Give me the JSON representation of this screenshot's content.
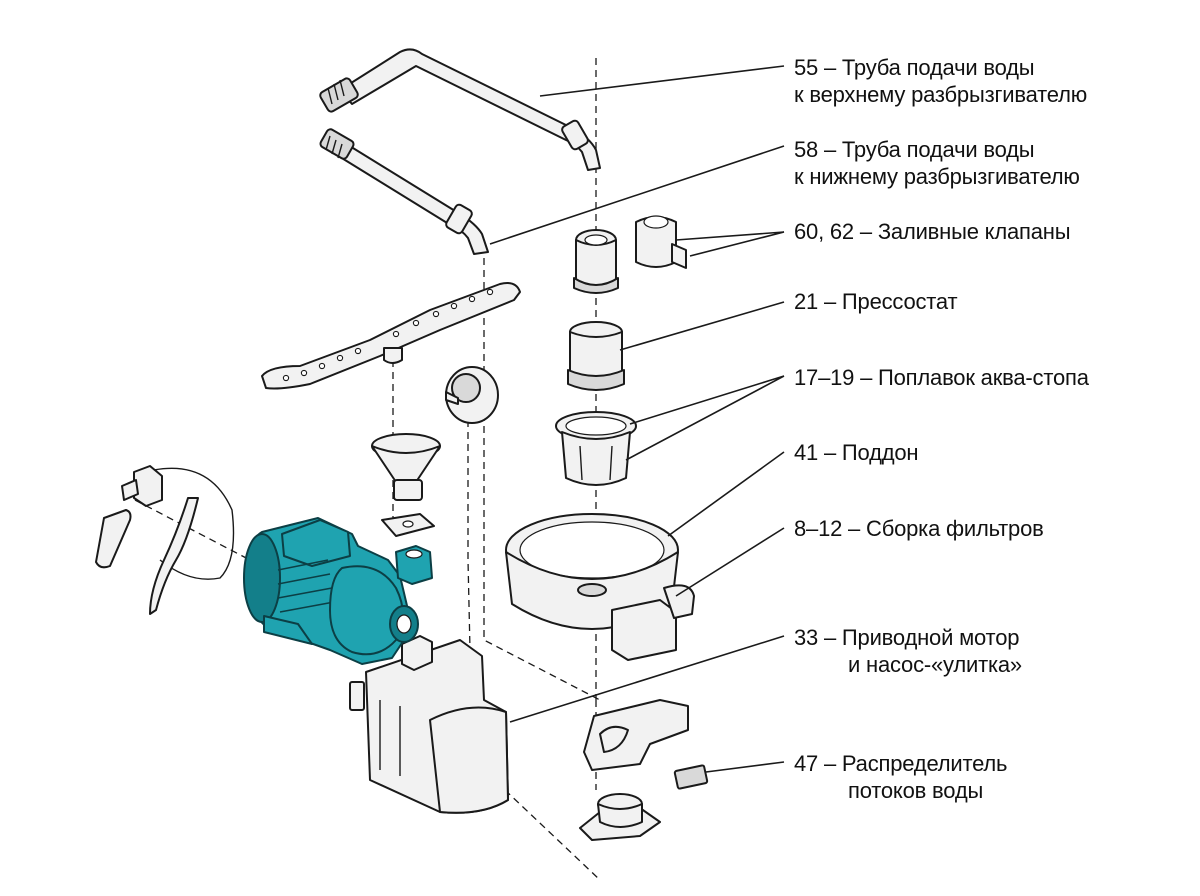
{
  "labels": [
    {
      "id": "label-55",
      "lines": [
        "55 – Труба подачи воды",
        "к верхнему разбрызгивателю"
      ]
    },
    {
      "id": "label-58",
      "lines": [
        "58 – Труба подачи воды",
        "к нижнему разбрызгивателю"
      ]
    },
    {
      "id": "label-60-62",
      "lines": [
        "60, 62 – Заливные клапаны"
      ]
    },
    {
      "id": "label-21",
      "lines": [
        "21 – Прессостат"
      ]
    },
    {
      "id": "label-17-19",
      "lines": [
        "17–19 – Поплавок аква-стопа"
      ]
    },
    {
      "id": "label-41",
      "lines": [
        "41 – Поддон"
      ]
    },
    {
      "id": "label-8-12",
      "lines": [
        "8–12 – Сборка фильтров"
      ]
    },
    {
      "id": "label-33",
      "lines": [
        "33 – Приводной мотор",
        "и насос-«улитка»"
      ]
    },
    {
      "id": "label-47",
      "lines": [
        "47 – Распределитель",
        "потоков воды"
      ]
    }
  ],
  "colors": {
    "motor_highlight": "#1fa3b0",
    "line": "#1a1a1a",
    "part_fill": "#f2f2f2"
  }
}
